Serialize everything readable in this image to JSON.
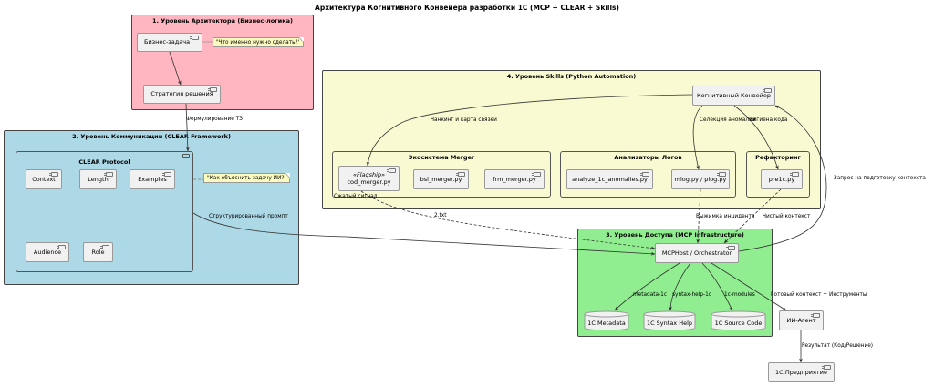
{
  "title": "Архитектура Когнитивного Конвейера разработки 1С (MCP + CLEAR + Skills)",
  "colors": {
    "level1": "#ffb6c1",
    "level2": "#add8e6",
    "level3": "#90ee90",
    "level4": "#fafad2",
    "component": "#f1f1f1",
    "note": "#fbfbc0"
  },
  "level1": {
    "title": "1. Уровень Архитектора (Бизнес-логика)",
    "business_task": "Бизнес-задача",
    "strategy": "Стратегия решения",
    "note": "\"Что именно нужно сделать?\""
  },
  "level2": {
    "title": "2. Уровень Коммуникации (CLEAR Framework)",
    "protocol_title": "CLEAR Protocol",
    "items": [
      "Context",
      "Length",
      "Examples",
      "Audience",
      "Role"
    ],
    "note": "\"Как объяснить задачу ИИ?\""
  },
  "level3": {
    "title": "3. Уровень Доступа (MCP Infrastructure)",
    "orchestrator": "MCPHost / Orchestrator",
    "databases": [
      "1C Metadata",
      "1C Syntax Help",
      "1C Source Code"
    ]
  },
  "level4": {
    "title": "4. Уровень Skills (Python Automation)",
    "conveyor": "Когнитивный Конвейер",
    "merger": {
      "title": "Экосистема Merger",
      "stereotype": "«Flagship»",
      "items": [
        "cod_merger.py",
        "bsl_merger.py",
        "frm_merger.py"
      ]
    },
    "analyzers": {
      "title": "Анализаторы Логов",
      "items": [
        "analyze_1c_anomalies.py",
        "mlog.py / plog.py"
      ]
    },
    "refactoring": {
      "title": "Рефакторинг",
      "items": [
        "pre1c.py"
      ]
    }
  },
  "external": {
    "agent": "ИИ-Агент",
    "enterprise": "1С:Предприятие"
  },
  "edges": {
    "formulate_tz": "Формулирование ТЗ",
    "structured_prompt": "Структурированный промпт",
    "chunking": "Чанкинг и карта связей",
    "anomaly_selection": "Селекция аномалий",
    "code_hygiene": "Гигиена кода",
    "compressed_signal": "Сжатый сигнал",
    "two_txt": "2.txt",
    "incident_extract": "Выжимка инцидента",
    "clean_context": "Чистый контекст",
    "context_request": "Запрос на подготовку контекста",
    "metadata": "metadata-1c",
    "syntax_help": "syntax-help-1c",
    "modules": "1c-modules",
    "ready_context": "Готовый контекст + Инструменты",
    "result": "Результат (Код/Решение)"
  }
}
